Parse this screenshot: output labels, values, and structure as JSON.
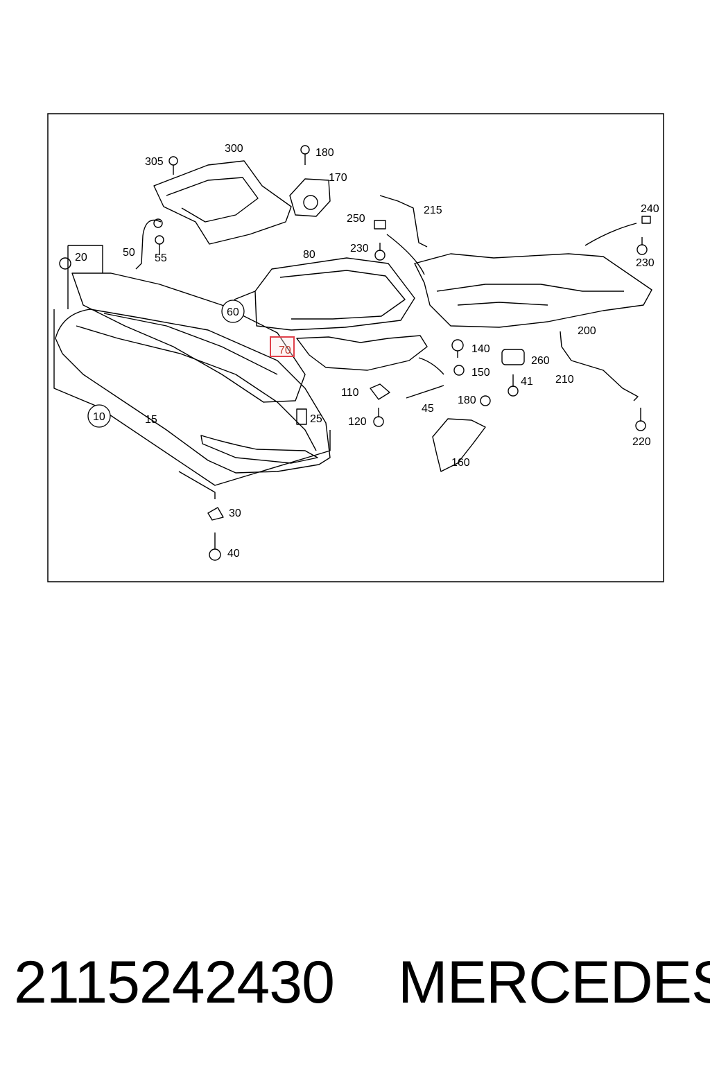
{
  "diagram": {
    "callouts": [
      "300",
      "305",
      "180",
      "170",
      "215",
      "240",
      "250",
      "230",
      "50",
      "55",
      "20",
      "80",
      "60",
      "70",
      "140",
      "260",
      "200",
      "150",
      "110",
      "41",
      "210",
      "180",
      "45",
      "120",
      "25",
      "10",
      "15",
      "160",
      "220",
      "30",
      "40",
      "230"
    ],
    "highlighted": "70",
    "highlight_color": "#e0404a"
  },
  "footer": {
    "part_number": "2115242430",
    "brand": "MERCEDES"
  }
}
